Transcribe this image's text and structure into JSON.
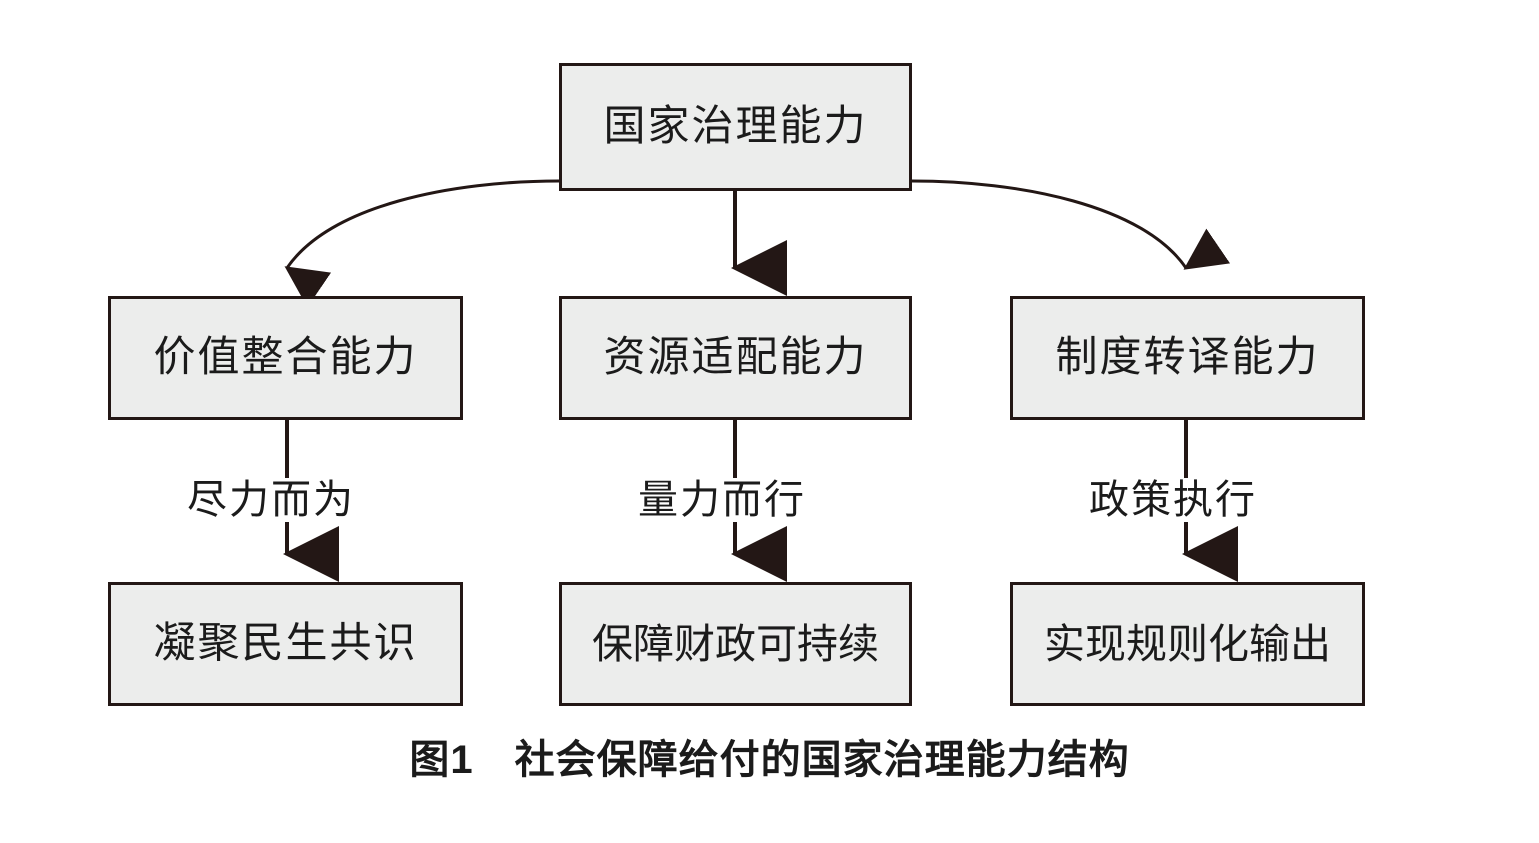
{
  "figure": {
    "caption": "图1　社会保障给付的国家治理能力结构",
    "background_color": "#ffffff",
    "box_fill_color": "#ecedec",
    "box_border_color": "#231715",
    "text_color": "#1b1b1b"
  },
  "nodes": {
    "root": {
      "label": "国家治理能力"
    },
    "capabilities": [
      {
        "label": "价值整合能力"
      },
      {
        "label": "资源适配能力"
      },
      {
        "label": "制度转译能力"
      }
    ],
    "outcomes": [
      {
        "label": "凝聚民生共识"
      },
      {
        "label": "保障财政可持续"
      },
      {
        "label": "实现规则化输出"
      }
    ]
  },
  "edges": {
    "root_to_capabilities": [
      {
        "style": "curved-left",
        "arrowhead": "filled-triangle"
      },
      {
        "style": "straight-down",
        "arrowhead": "filled-triangle"
      },
      {
        "style": "curved-right",
        "arrowhead": "filled-triangle"
      }
    ],
    "capability_to_outcome": [
      {
        "label": "尽力而为",
        "style": "straight-down",
        "arrowhead": "filled-triangle"
      },
      {
        "label": "量力而行",
        "style": "straight-down",
        "arrowhead": "filled-triangle"
      },
      {
        "label": "政策执行",
        "style": "straight-down",
        "arrowhead": "filled-triangle"
      }
    ]
  }
}
